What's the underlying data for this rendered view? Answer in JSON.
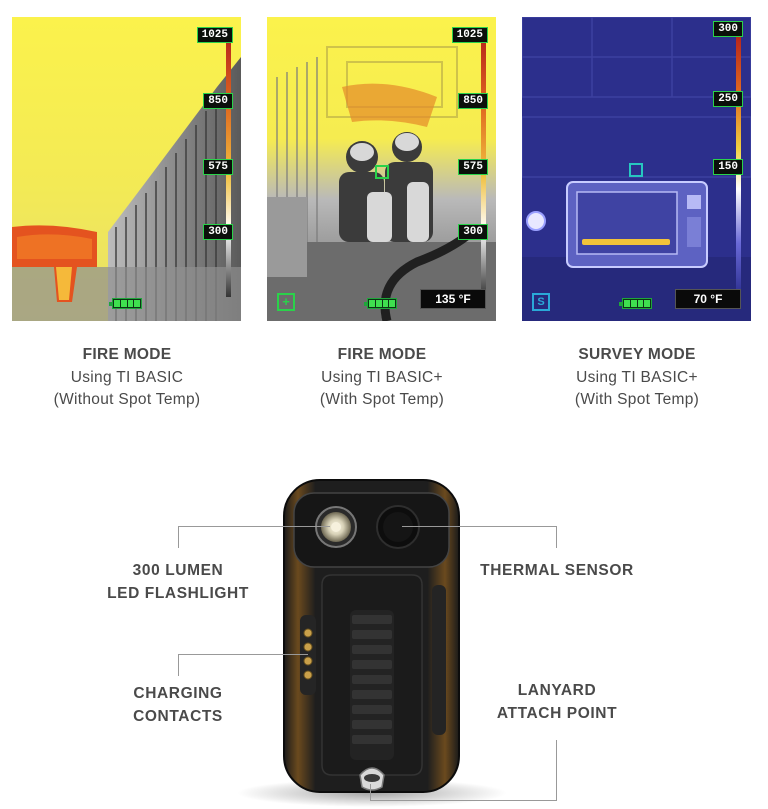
{
  "panels": [
    {
      "ticks": [
        "1025",
        "850",
        "575",
        "300"
      ],
      "spot": "",
      "mode_icon": ""
    },
    {
      "ticks": [
        "1025",
        "850",
        "575",
        "300"
      ],
      "spot": "135 °F",
      "mode_icon": "+"
    },
    {
      "ticks": [
        "300",
        "250",
        "150"
      ],
      "spot": "70 °F",
      "mode_icon": "S"
    }
  ],
  "captions": [
    {
      "title": "FIRE MODE",
      "line1": "Using TI BASIC",
      "line2": "(Without Spot Temp)"
    },
    {
      "title": "FIRE MODE",
      "line1": "Using TI BASIC+",
      "line2": "(With Spot Temp)"
    },
    {
      "title": "SURVEY MODE",
      "line1": "Using TI BASIC+",
      "line2": "(With Spot Temp)"
    }
  ],
  "callouts": {
    "flashlight": {
      "line1": "300 LUMEN",
      "line2": "LED FLASHLIGHT"
    },
    "sensor": {
      "line1": "THERMAL SENSOR"
    },
    "charging": {
      "line1": "CHARGING",
      "line2": "CONTACTS"
    },
    "lanyard": {
      "line1": "LANYARD",
      "line2": "ATTACH POINT"
    }
  },
  "colors": {
    "hot_yellow": "#f7ef4a",
    "survey_blue": "#2b2e8f",
    "indicator_green": "#2ad24a",
    "text_gray": "#4a4a4a"
  }
}
